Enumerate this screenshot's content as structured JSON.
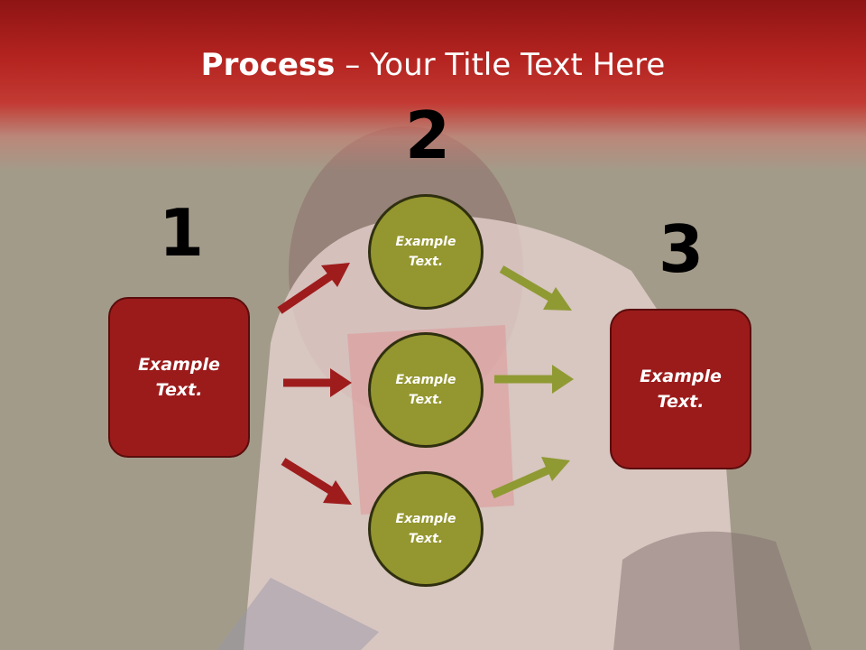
{
  "title": {
    "bold": "Process",
    "dash": " – ",
    "rest": "Your Title Text Here"
  },
  "numbers": {
    "one": "1",
    "two": "2",
    "three": "3"
  },
  "left_box": {
    "line1": "Example",
    "line2": "Text."
  },
  "right_box": {
    "line1": "Example",
    "line2": "Text."
  },
  "circles": [
    {
      "line1": "Example",
      "line2": "Text."
    },
    {
      "line1": "Example",
      "line2": "Text."
    },
    {
      "line1": "Example",
      "line2": "Text."
    }
  ],
  "colors": {
    "header_red": "#b52420",
    "box_red": "#9b1b1b",
    "circle_olive": "#94962f",
    "arrow_red": "#9e1c1c",
    "arrow_olive": "#8f9a33"
  }
}
